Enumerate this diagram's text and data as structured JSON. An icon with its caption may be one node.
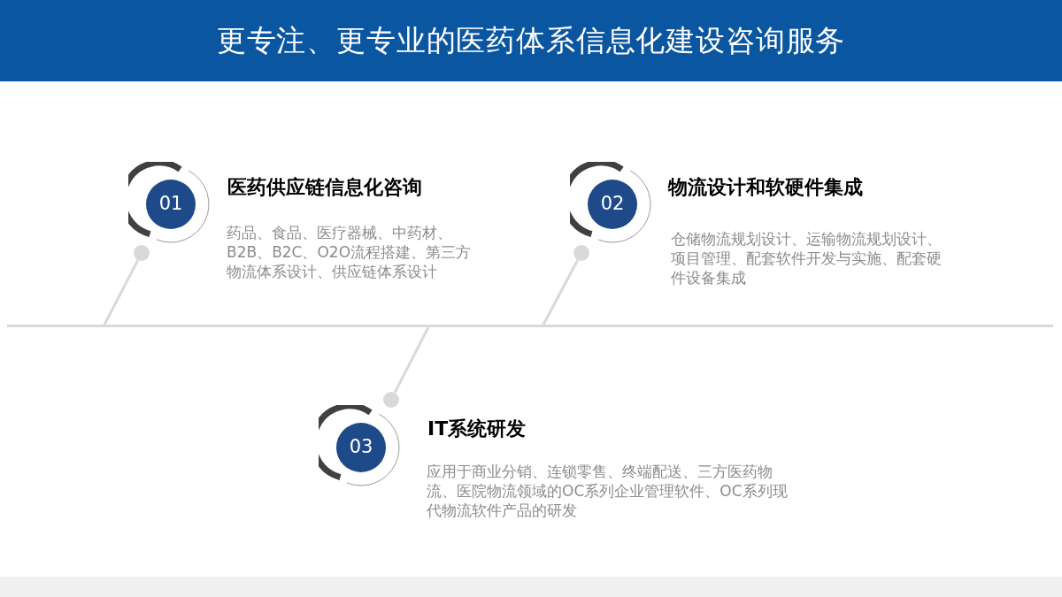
{
  "diagram": {
    "title": "更专注、更专业的医药体系信息化建设咨询服务",
    "nodes": [
      {
        "text": [
          "01"
        ],
        "beside": [
          "医药供应链信息化咨询",
          "药品、食品、医疗器械、中药材、B2B、B2C、O2O流程搭建、第三方物流体系设计、供应链体系设计"
        ]
      },
      {
        "text": [
          "02"
        ],
        "beside": [
          "物流设计和软硬件集成",
          "仓储物流规划设计、运输物流规划设计、项目管理、配套软件开发与实施、配套硬件设备集成"
        ]
      },
      {
        "text": [
          "03"
        ],
        "beside": [
          "IT系统研发",
          "应用于商业分销、连锁零售、终端配送、三方医药物流、医院物流领域的OC系列企业管理软件、OC系列现代物流软件产品的研发"
        ]
      },
      {
        "text": [],
        "shape": "circle"
      },
      {
        "text": [],
        "shape": "circle"
      },
      {
        "text": [],
        "shape": "bar"
      },
      {
        "text": [],
        "shape": "circle"
      }
    ],
    "edges": [
      {
        "from": 3,
        "to": 5,
        "arrow": "none"
      },
      {
        "from": 4,
        "to": 5,
        "arrow": "none"
      },
      {
        "from": 6,
        "to": 5,
        "arrow": "none"
      }
    ]
  }
}
